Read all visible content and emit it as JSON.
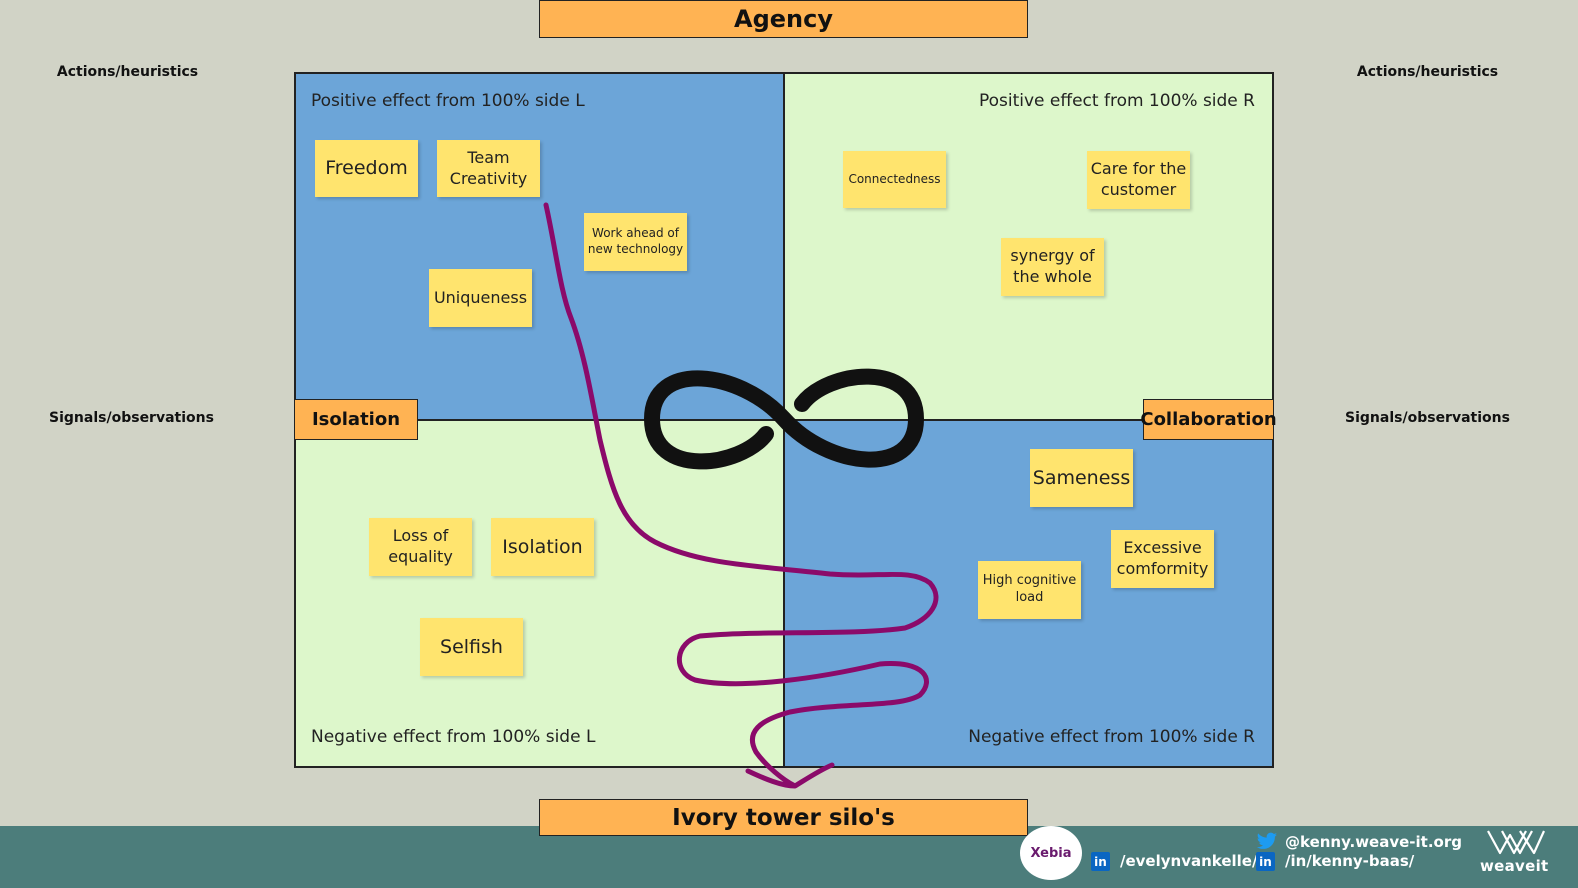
{
  "title_top": "Agency",
  "title_bottom": "Ivory tower silo's",
  "side_labels": {
    "left_top": "Actions/heuristics",
    "left_mid": "Signals/observations",
    "right_top": "Actions/heuristics",
    "right_mid": "Signals/observations"
  },
  "quadrants": {
    "top_left": "Positive effect from 100% side L",
    "top_right": "Positive effect from 100% side R",
    "bottom_left": "Negative effect from 100% side L",
    "bottom_right": "Negative effect from 100% side R"
  },
  "axis_tags": {
    "left": "Isolation",
    "right": "Collaboration"
  },
  "notes": {
    "freedom": "Freedom",
    "team_creativity": "Team Creativity",
    "work_ahead": "Work ahead of new technology",
    "uniqueness": "Uniqueness",
    "connectedness": "Connectedness",
    "care_customer": "Care for the customer",
    "synergy": "synergy of the whole",
    "sameness": "Sameness",
    "excessive_conformity": "Excessive comformity",
    "high_cognitive_load": "High cognitive load",
    "loss_equality": "Loss of equality",
    "isolation": "Isolation",
    "selfish": "Selfish"
  },
  "footer": {
    "xebia_logo": "Xebia",
    "linkedin_evelyn": "/evelynvankelle/",
    "twitter_kenny": "@kenny.weave-it.org",
    "linkedin_kenny": "/in/kenny-baas/",
    "weaveit_logo": "weaveit"
  },
  "icons": [
    "infinity-icon",
    "linkedin-icon",
    "twitter-icon",
    "weaveit-logo-icon"
  ],
  "colors": {
    "background": "#d1d3c6",
    "quadrant_blue": "#6ca5d8",
    "quadrant_green": "#ddf7cb",
    "sticky_note": "#ffe46e",
    "banner_orange": "#ffb353",
    "arrow_path": "#8b0a6a",
    "footer": "#4c7d7b"
  }
}
